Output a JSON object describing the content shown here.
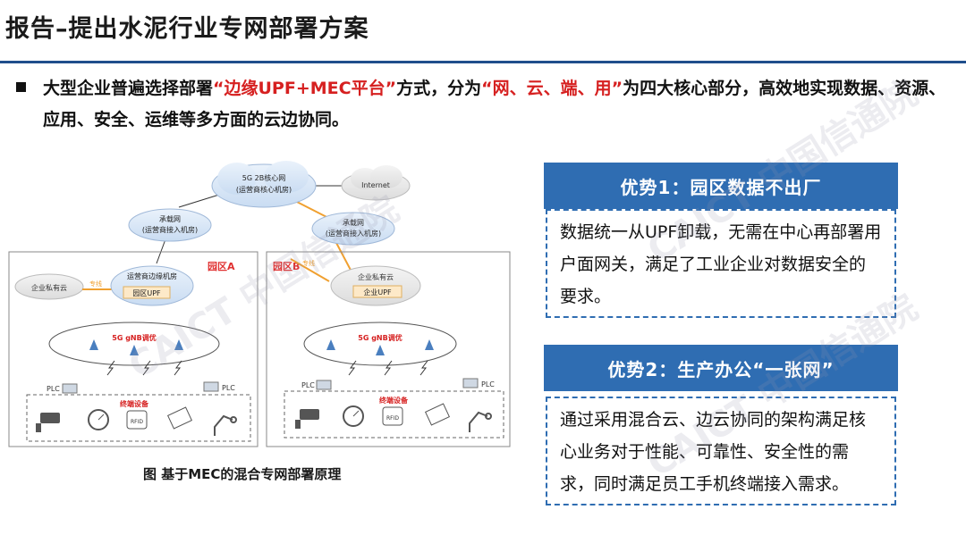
{
  "slide": {
    "title": "报告–提出水泥行业专网部署方案"
  },
  "bullet": {
    "t1": "大型企业普遍选择部署",
    "t2": "“边缘UPF+MEC平台”",
    "t3": "方式，分为",
    "t4": "“网、云、端、用”",
    "t5": "为四大核心部分，高效地实现数据、资源、应用、安全、运维等多方面的云边协同。"
  },
  "diagram": {
    "core_cloud_line1": "5G 2B核心网",
    "core_cloud_line2": "(运营商核心机房)",
    "internet": "Internet",
    "carrier_a_line1": "承载网",
    "carrier_a_line2": "(运营商接入机房)",
    "carrier_b_line1": "承载网",
    "carrier_b_line2": "(运营商接入机房)",
    "zone_a": "园区A",
    "zone_b": "园区B",
    "private_cloud": "企业私有云",
    "edge_room": "运营商边缘机房",
    "zone_upf": "园区UPF",
    "private_cloud_b": "企业私有云",
    "enterprise_upf": "企业UPF",
    "dedicated_line_a": "专线",
    "dedicated_line_b": "专线",
    "gnb_a": "5G gNB调优",
    "gnb_b": "5G gNB调优",
    "plc_a1": "PLC",
    "plc_a2": "PLC",
    "plc_b1": "PLC",
    "plc_b2": "PLC",
    "terminals_a": "终端设备",
    "terminals_b": "终端设备",
    "rfid": "RFID",
    "caption": "图  基于MEC的混合专网部署原理"
  },
  "advantage1": {
    "header": "优势1：园区数据不出厂",
    "body": "数据统一从UPF卸载，无需在中心再部署用户面网关，满足了工业企业对数据安全的要求。"
  },
  "advantage2": {
    "header": "优势2：生产办公“一张网”",
    "body": "通过采用混合云、边云协同的架构满足核心业务对于性能、可靠性、安全性的需求，同时满足员工手机终端接入需求。"
  },
  "watermark": "CAICT 中国信通院",
  "colors": {
    "accent_blue": "#2f6db2",
    "highlight_red": "#d62020",
    "title_rule": "#1f4e8c",
    "zone_label_red": "#e03030",
    "link_orange": "#f0a030"
  }
}
